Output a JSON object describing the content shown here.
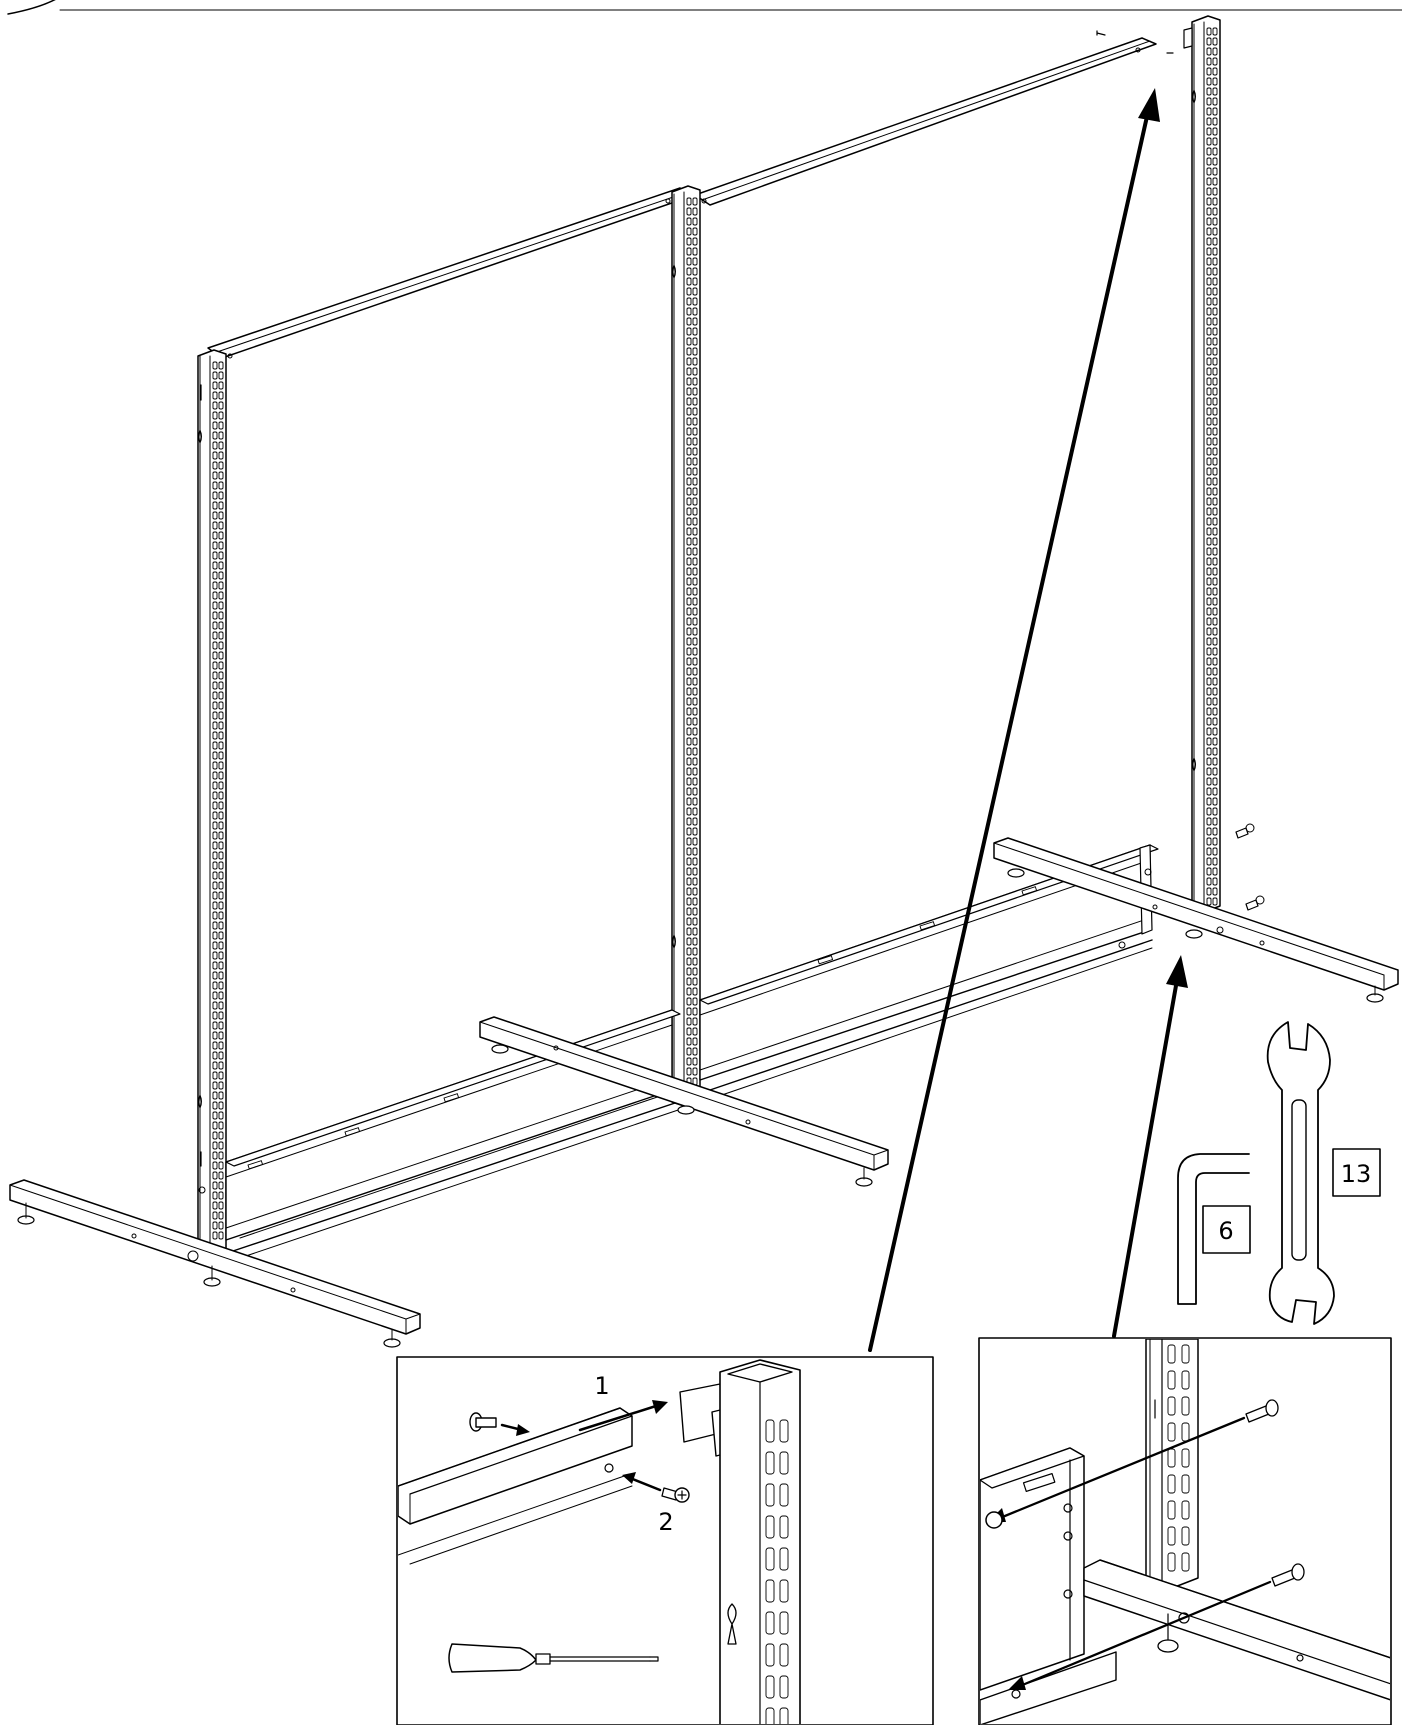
{
  "labels": {
    "fixing_step_1": "1",
    "fixing_step_2": "2",
    "hex_key_size": "6",
    "spanner_size": "13"
  },
  "colors": {
    "line": "#000000",
    "background": "#ffffff"
  },
  "icons": {
    "hex_key": "hex-key-icon",
    "spanner": "spanner-icon",
    "screwdriver": "screwdriver-icon"
  }
}
